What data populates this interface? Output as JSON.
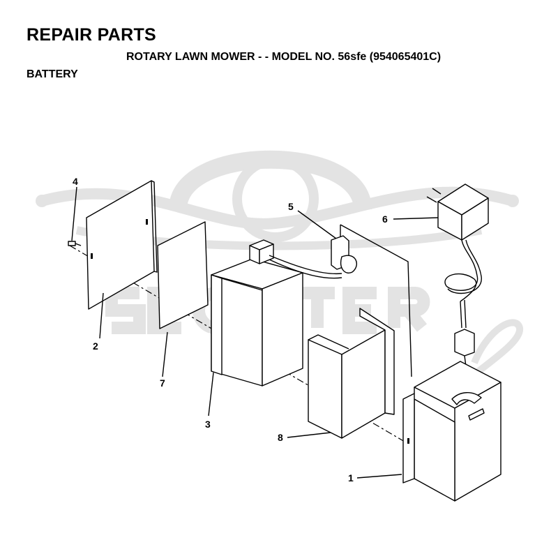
{
  "header": {
    "title": "REPAIR PARTS",
    "subtitle": "ROTARY LAWN MOWER - - MODEL NO. 56sfe (954065401C)",
    "section": "BATTERY"
  },
  "callouts": {
    "c1": "1",
    "c2": "2",
    "c3": "3",
    "c4": "4",
    "c5": "5",
    "c6": "6",
    "c7": "7",
    "c8": "8"
  },
  "colors": {
    "line": "#000000",
    "background": "#ffffff",
    "watermark": "#e3e3e3"
  }
}
